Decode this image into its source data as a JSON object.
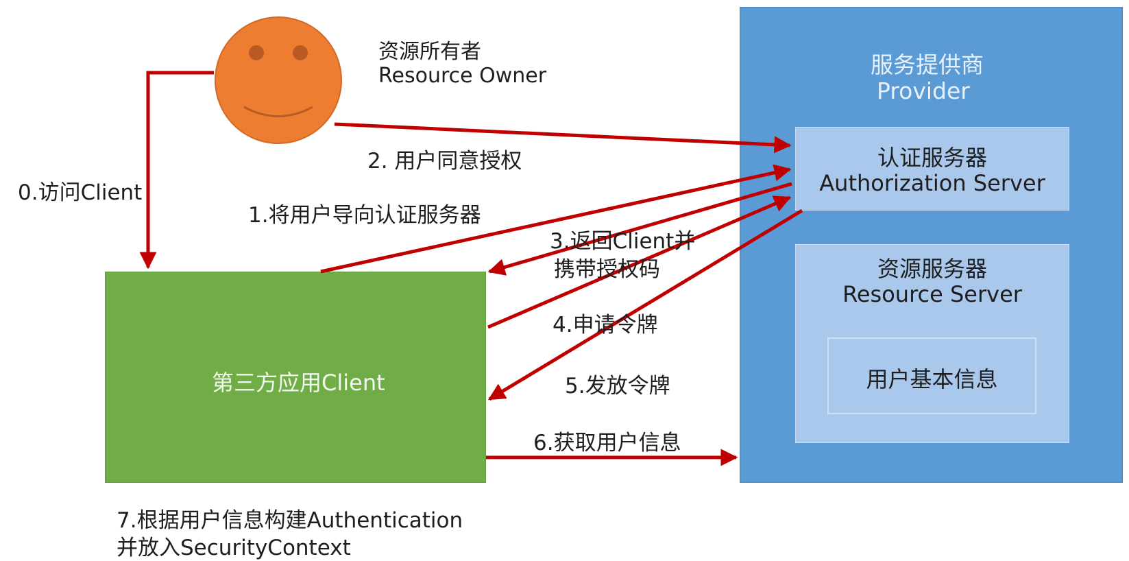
{
  "resource_owner": {
    "name_cn": "资源所有者",
    "name_en": "Resource Owner"
  },
  "provider": {
    "title_cn": "服务提供商",
    "title_en": "Provider",
    "auth_server": {
      "name_cn": "认证服务器",
      "name_en": "Authorization Server"
    },
    "resource_server": {
      "name_cn": "资源服务器",
      "name_en": "Resource Server",
      "inner": "用户基本信息"
    }
  },
  "client": {
    "label": "第三方应用Client"
  },
  "steps": {
    "s0": "0.访问Client",
    "s1": "1.将用户导向认证服务器",
    "s2": "2. 用户同意授权",
    "s3_line1": "3.返回Client并",
    "s3_line2": "携带授权码",
    "s4": "4.申请令牌",
    "s5": "5.发放令牌",
    "s6": "6.获取用户信息",
    "s7_line1": "7.根据用户信息构建Authentication",
    "s7_line2": "并放入SecurityContext"
  },
  "colors": {
    "owner_face": "#ed7d31",
    "provider": "#5b9bd5",
    "server_box": "#a9c8ec",
    "client": "#70ad47",
    "arrow": "#c00000"
  }
}
